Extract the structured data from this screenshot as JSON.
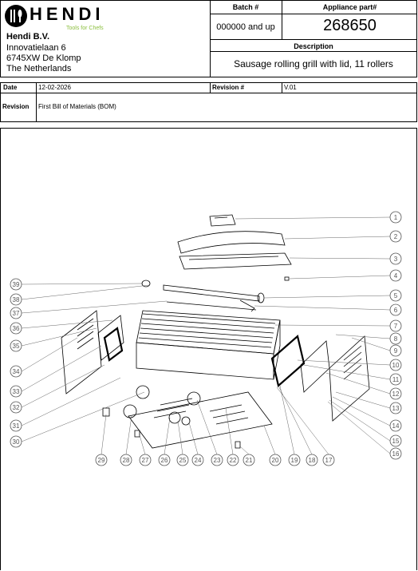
{
  "company": {
    "brand": "HENDI",
    "tagline": "Tools for Chefs",
    "name": "Hendi B.V.",
    "address_line1": "Innovatielaan 6",
    "address_line2": "6745XW De Klomp",
    "address_line3": "The Netherlands"
  },
  "header": {
    "batch_label": "Batch #",
    "batch_value": "000000 and up",
    "part_label": "Appliance part#",
    "part_value": "268650",
    "description_label": "Description",
    "description_value": "Sausage rolling grill with lid, 11 rollers"
  },
  "meta": {
    "date_label": "Date",
    "date_value": "12-02-2026",
    "revision_label": "Revision #",
    "revision_value": "V.01",
    "revision_note_label": "Revision",
    "revision_note_value": "First Bill of Materials (BOM)"
  },
  "callouts": [
    "1",
    "2",
    "3",
    "4",
    "5",
    "6",
    "7",
    "8",
    "9",
    "10",
    "11",
    "12",
    "13",
    "14",
    "15",
    "16",
    "17",
    "18",
    "19",
    "20",
    "21",
    "22",
    "23",
    "24",
    "25",
    "26",
    "27",
    "28",
    "29",
    "30",
    "31",
    "32",
    "33",
    "34",
    "35",
    "36",
    "37",
    "38",
    "39"
  ]
}
